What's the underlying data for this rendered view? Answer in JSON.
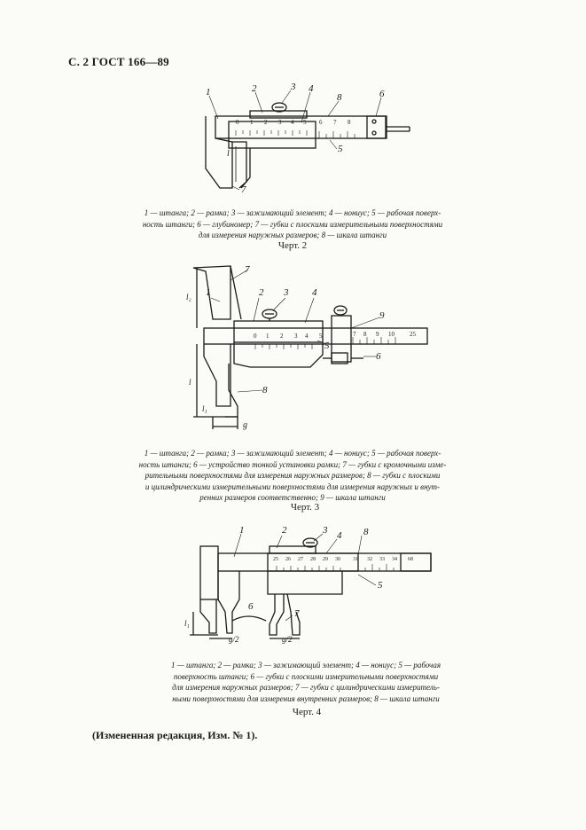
{
  "header": {
    "text": "С. 2 ГОСТ 166—89"
  },
  "fig2": {
    "labels": {
      "n1": "1",
      "n2": "2",
      "n3": "3",
      "n4": "4",
      "n5": "5",
      "n6": "6",
      "n7": "7",
      "n8": "8",
      "l": "l"
    },
    "vernier_digits": [
      "0",
      "1",
      "2",
      "3",
      "4",
      "5"
    ],
    "main_digits": [
      "6",
      "7",
      "8"
    ],
    "caption": [
      "1 — штанга; 2 — рамка; 3 — зажимающий элемент; 4 — нониус; 5 — рабочая поверх-",
      "ность штанги; 6 — глубиномер; 7 — губки с плоскими измерительными поверхностями",
      "для измерения наружных размеров; 8 — шкала штанги"
    ],
    "title": "Черт. 2"
  },
  "fig3": {
    "labels": {
      "n1": "1",
      "n2": "2",
      "n3": "3",
      "n4": "4",
      "n5": "5",
      "n6": "6",
      "n7": "7",
      "n8": "8",
      "n9": "9",
      "l": "l",
      "l1": "l₁",
      "l2": "l₂",
      "g": "g"
    },
    "vernier_digits": [
      "0",
      "1",
      "2",
      "3",
      "4",
      "5"
    ],
    "main_digits": [
      "7",
      "8",
      "9",
      "10",
      "25"
    ],
    "caption": [
      "1 — штанга; 2 — рамка; 3 — зажимающий элемент; 4 — нониус; 5 — рабочая поверх-",
      "ность штанги; 6 — устройство тонкой установки рамки; 7 — губки с кромочными изме-",
      "рительными поверхностями для измерения наружных размеров; 8 — губки с плоскими",
      "и цилиндрическими измерительными поверхностями для измерения наружных и внут-",
      "ренних размеров соответственно; 9 — шкала штанги"
    ],
    "title": "Черт. 3"
  },
  "fig4": {
    "labels": {
      "n1": "1",
      "n2": "2",
      "n3": "3",
      "n4": "4",
      "n5": "5",
      "n6": "6",
      "n7": "7",
      "n8": "8",
      "l1": "l₁",
      "g2a": "g/2",
      "g2b": "g/2"
    },
    "vernier_digits": [
      "25",
      "26",
      "27",
      "28",
      "29",
      "30"
    ],
    "main_digits": [
      "31",
      "32",
      "33",
      "34",
      "68"
    ],
    "caption": [
      "1 — штанга; 2 — рамка; 3 — зажимающий элемент; 4 — нониус; 5 — рабочая",
      "поверхность штанги; 6 — губки с плоскими измерительными поверхностями",
      "для измерения наружных размеров; 7 — губки с цилиндрическими измеритель-",
      "ными поверхностями для измерения внутренних размеров; 8 — шкала штанги"
    ],
    "title": "Черт. 4"
  },
  "footer": {
    "note": "(Измененная редакция, Изм. № 1)."
  }
}
